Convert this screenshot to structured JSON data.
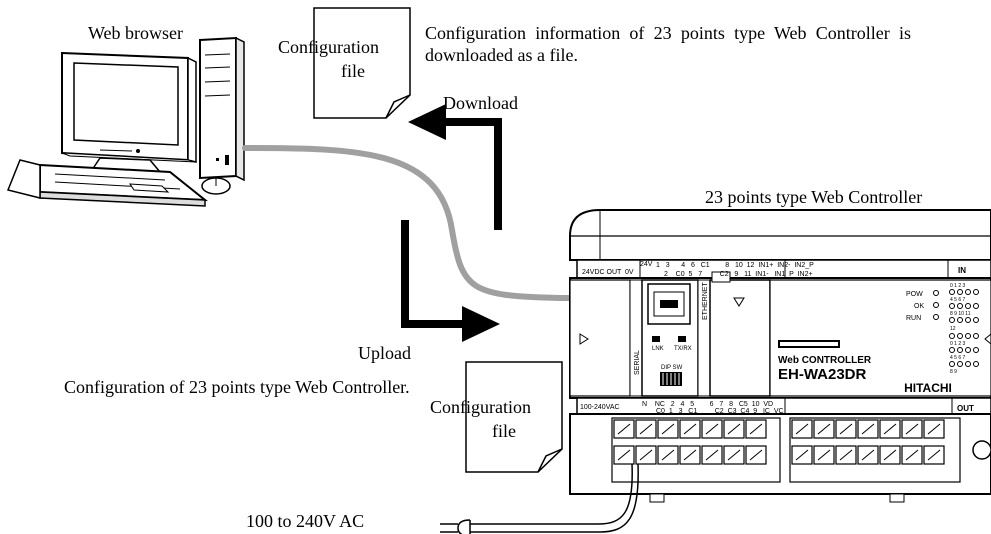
{
  "labels": {
    "web_browser": "Web browser",
    "download": "Download",
    "upload": "Upload",
    "controller_title": "23 points type Web Controller",
    "download_desc": "Configuration information of 23 points type Web Controller is downloaded as a file.",
    "upload_desc": "Configuration of 23 points type Web Controller.",
    "power": "100 to 240V AC"
  },
  "config_file_top": {
    "line1": "Configuration",
    "line2": "file"
  },
  "config_file_bottom": {
    "line1": "Configuration",
    "line2": "file"
  },
  "controller": {
    "brand": "HITACHI",
    "series": "Web CONTROLLER",
    "model": "EH-WA23DR",
    "power_terminal": "24VDC OUT",
    "zero_v": "0V",
    "v24": "24V",
    "ac_label": "100-240VAC",
    "serial": "SERIAL",
    "ethernet": "ETHERNET",
    "lnk": "LNK",
    "txrx": "TX/RX",
    "dip": "DIP SW",
    "pow": "POW",
    "ok": "OK",
    "run": "RUN",
    "in": "IN",
    "out": "OUT",
    "top_terminals": "1   3      4   6   C1        8   10  12  IN1+  IN2-  IN2_P",
    "top_terminals_2": "2    C0  5   7         C2   9   11  IN1-   IN1_P  IN2+",
    "bot_terminals": "N    NC   2   4   5        6   7   8   C5  10  VD",
    "bot_terminals_2": "C0  1   3   C1         C2  C3  C4  9   IC  VC",
    "led_numbers": [
      "0 1 2 3",
      "4 5 6 7",
      "8 9 10 11",
      "12",
      "0 1 2 3",
      "4 5 6 7",
      "8 9"
    ]
  }
}
